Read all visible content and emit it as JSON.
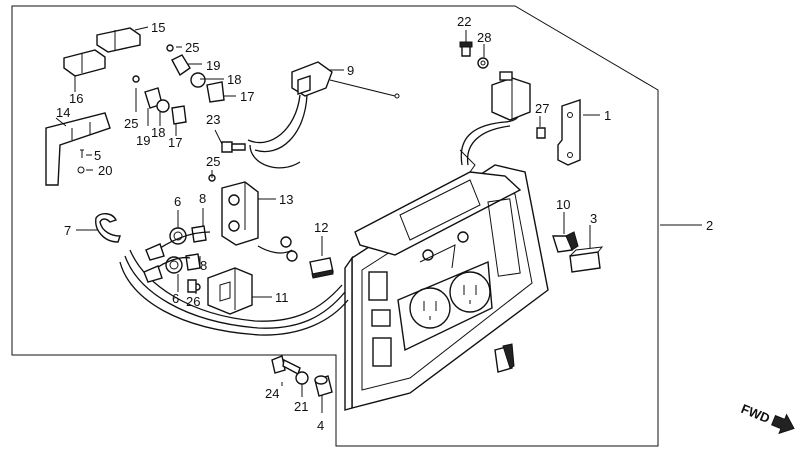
{
  "diagram": {
    "callouts": {
      "c1": "1",
      "c2": "2",
      "c3": "3",
      "c4": "4",
      "c5": "5",
      "c6a": "6",
      "c6b": "6",
      "c7": "7",
      "c8a": "8",
      "c8b": "8",
      "c9": "9",
      "c10": "10",
      "c11": "11",
      "c12": "12",
      "c13": "13",
      "c14": "14",
      "c15": "15",
      "c16": "16",
      "c17a": "17",
      "c17b": "17",
      "c18a": "18",
      "c18b": "18",
      "c19a": "19",
      "c19b": "19",
      "c20": "20",
      "c21": "21",
      "c22": "22",
      "c23": "23",
      "c24": "24",
      "c25a": "25",
      "c25b": "25",
      "c25c": "25",
      "c26": "26",
      "c27": "27",
      "c28": "28"
    },
    "direction_label": "FWD"
  }
}
